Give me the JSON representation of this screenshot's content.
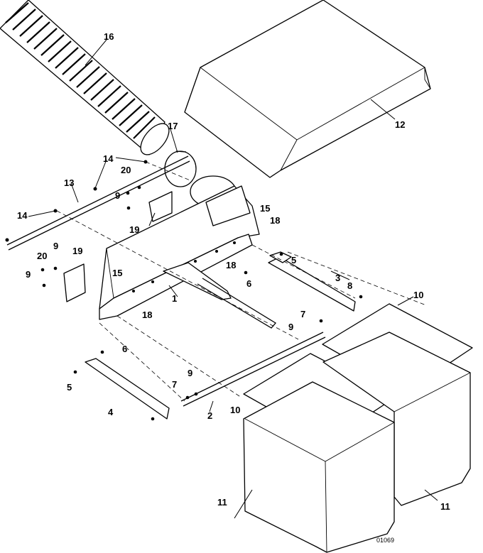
{
  "figure_id": "01069",
  "callouts": {
    "c1": "1",
    "c2": "2",
    "c3": "3",
    "c4": "4",
    "c5a": "5",
    "c5b": "5",
    "c6a": "6",
    "c6b": "6",
    "c7a": "7",
    "c7b": "7",
    "c8": "8",
    "c9a": "9",
    "c9b": "9",
    "c9c": "9",
    "c9d": "9",
    "c9e": "9",
    "c10a": "10",
    "c10b": "10",
    "c11a": "11",
    "c11b": "11",
    "c12": "12",
    "c13": "13",
    "c14a": "14",
    "c14b": "14",
    "c15a": "15",
    "c15b": "15",
    "c16": "16",
    "c17": "17",
    "c18a": "18",
    "c18b": "18",
    "c18c": "18",
    "c19a": "19",
    "c19b": "19",
    "c20a": "20",
    "c20b": "20"
  }
}
